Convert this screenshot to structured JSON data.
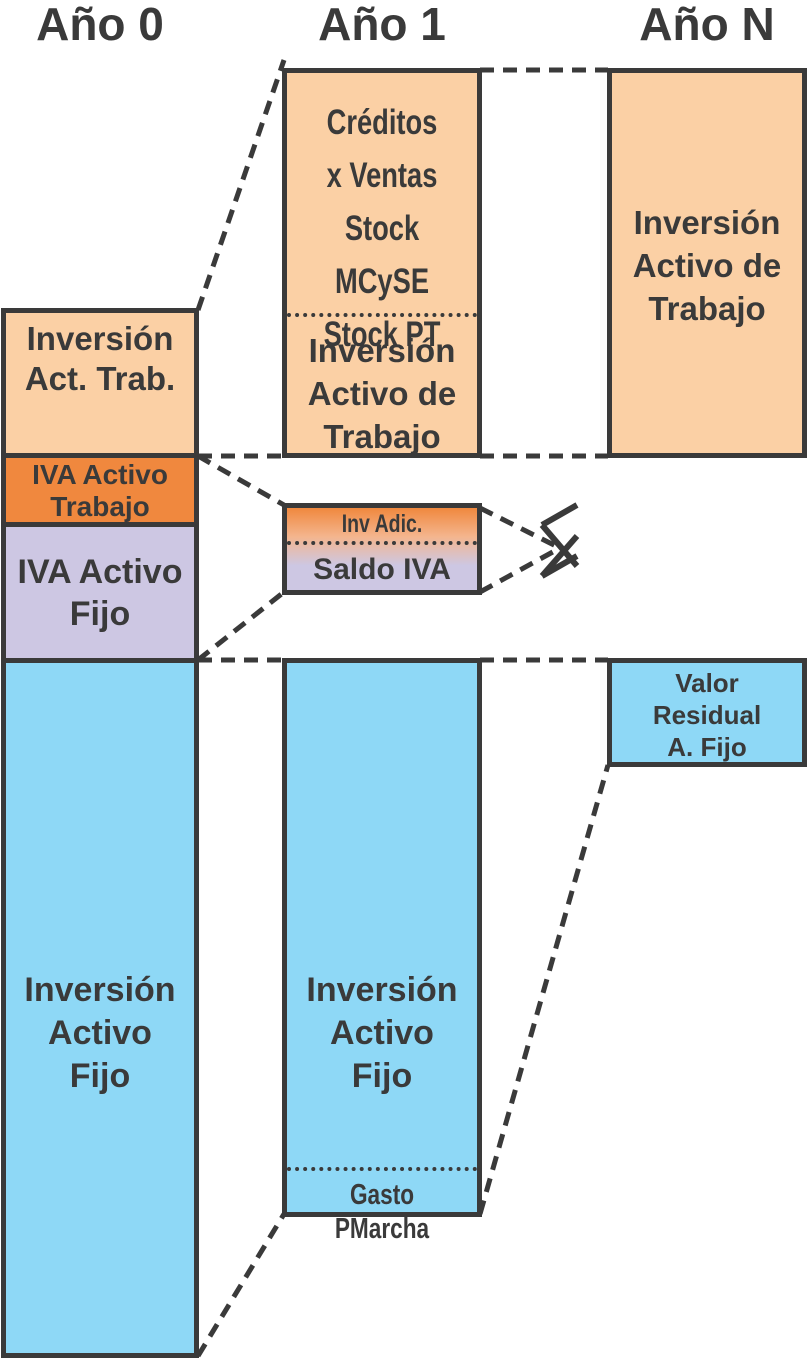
{
  "colors": {
    "orange_light": "#fbd0a5",
    "orange_dark": "#f0883e",
    "lavender": "#cdc7e3",
    "sky_blue": "#8ed8f6",
    "outline": "#3a3a3a"
  },
  "columns": {
    "year0": "Año 0",
    "year1": "Año 1",
    "yearN": "Año N"
  },
  "year0": {
    "inv_act_trab": "Inversión\nAct. Trab.",
    "iva_activo_trabajo": "IVA Activo\nTrabajo",
    "iva_activo_fijo": "IVA Activo\nFijo",
    "inversion_activo_fijo": "Inversión\nActivo\nFijo"
  },
  "year1": {
    "working_capital_items": "Créditos\nx Ventas\nStock MCySE\nStock PT",
    "inversion_activo_trabajo": "Inversión\nActivo de\nTrabajo",
    "inv_adic": "Inv Adic.",
    "saldo_iva": "Saldo IVA",
    "inversion_activo_fijo": "Inversión\nActivo\nFijo",
    "gasto_pmarcha": "Gasto PMarcha"
  },
  "yearN": {
    "inversion_activo_trabajo": "Inversión\nActivo de\nTrabajo",
    "valor_residual": "Valor\nResidual\nA. Fijo"
  }
}
